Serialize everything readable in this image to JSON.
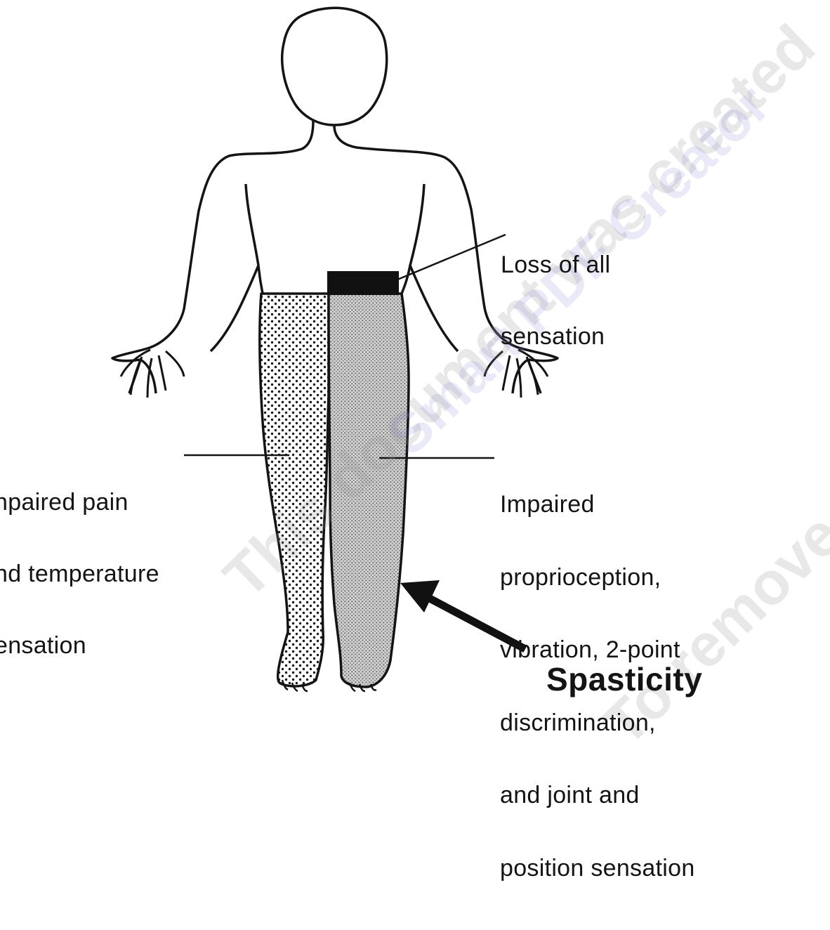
{
  "figure": {
    "labels": {
      "loss_of_sensation": [
        "Loss of all",
        "sensation"
      ],
      "pain_temperature": [
        "npaired pain",
        "nd temperature",
        "ensation"
      ],
      "proprioception": [
        "Impaired",
        "proprioception,",
        "vibration, 2-point",
        "discrimination,",
        "and joint and",
        "position sensation"
      ],
      "spasticity": "Spasticity"
    },
    "watermark": {
      "line1": "This document was created",
      "line2": "Smart PDF Creator",
      "line3": "To remove this product at"
    },
    "colors": {
      "ink": "#141414",
      "dense_stipple": "#9a9a9a",
      "open_stipple": "#ffffff",
      "sensory_loss_band": "#111111"
    }
  }
}
